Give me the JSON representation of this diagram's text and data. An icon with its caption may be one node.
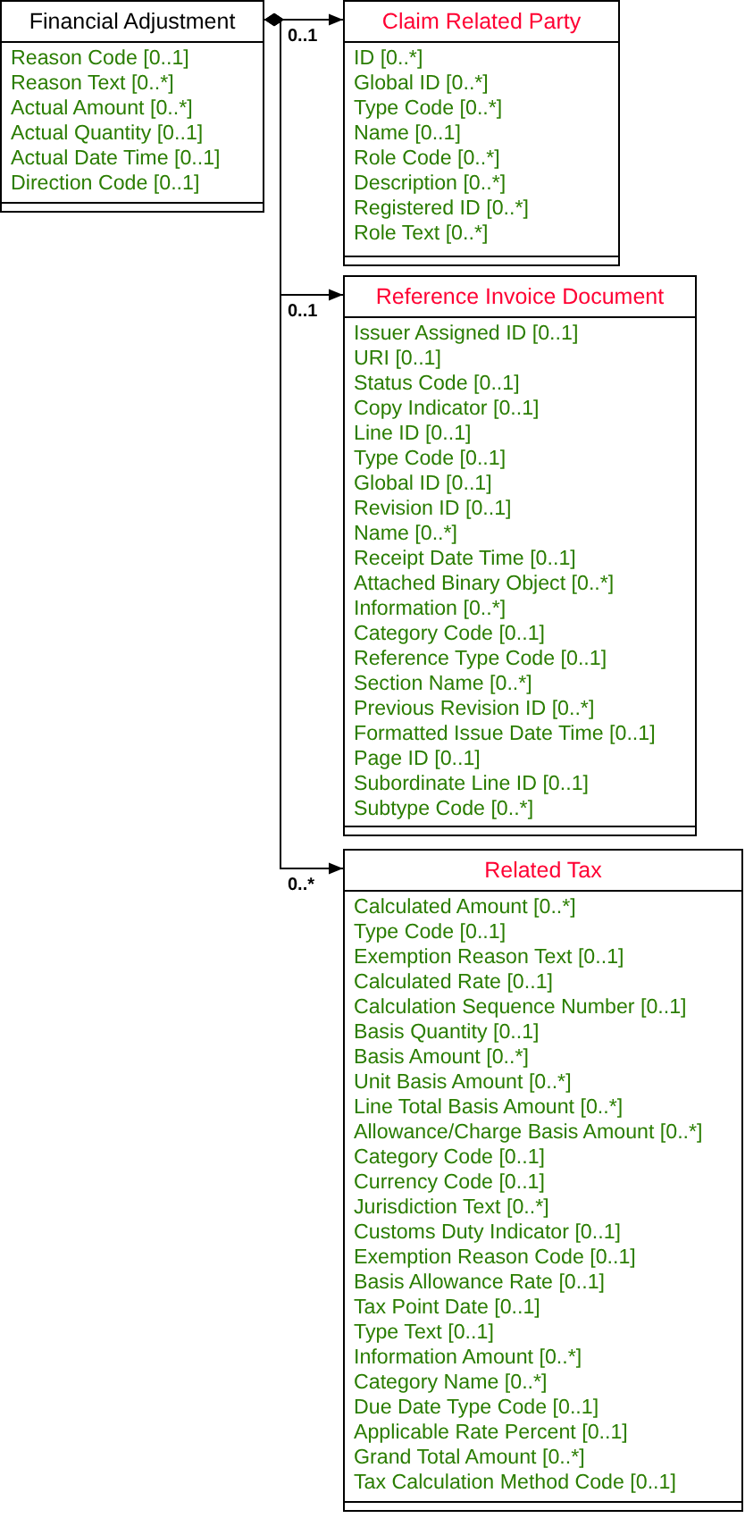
{
  "diagram": {
    "nodes": [
      {
        "text": [
          "Financial Adjustment",
          "Reason Code [0..1]",
          "Reason Text [0..*]",
          "Actual Amount [0..*]",
          "Actual Quantity [0..1]",
          "Actual Date Time [0..1]",
          "Direction Code [0..1]"
        ]
      },
      {
        "text": [
          "Claim Related Party",
          "ID [0..*]",
          "Global ID [0..*]",
          "Type Code [0..*]",
          "Name [0..1]",
          "Role Code [0..*]",
          "Description [0..*]",
          "Registered ID [0..*]",
          "Role Text [0..*]"
        ]
      },
      {
        "text": [
          "Reference Invoice Document",
          "Issuer Assigned ID [0..1]",
          "URI [0..1]",
          "Status Code [0..1]",
          "Copy Indicator [0..1]",
          "Line ID [0..1]",
          "Type Code [0..1]",
          "Global ID [0..1]",
          "Revision ID [0..1]",
          "Name [0..*]",
          "Receipt Date Time [0..1]",
          "Attached Binary Object [0..*]",
          "Information [0..*]",
          "Category Code [0..1]",
          "Reference Type Code [0..1]",
          "Section Name [0..*]",
          "Previous Revision ID [0..*]",
          "Formatted Issue Date Time [0..1]",
          "Page ID [0..1]",
          "Subordinate Line ID [0..1]",
          "Subtype Code [0..*]"
        ]
      },
      {
        "text": [
          "Related Tax",
          "Calculated Amount [0..*]",
          "Type Code [0..1]",
          "Exemption Reason Text [0..1]",
          "Calculated Rate [0..1]",
          "Calculation Sequence Number [0..1]",
          "Basis Quantity [0..1]",
          "Basis Amount [0..*]",
          "Unit Basis Amount [0..*]",
          "Line Total Basis Amount [0..*]",
          "Allowance/Charge Basis Amount [0..*]",
          "Category Code [0..1]",
          "Currency Code [0..1]",
          "Jurisdiction Text [0..*]",
          "Customs Duty Indicator [0..1]",
          "Exemption Reason Code [0..1]",
          "Basis Allowance Rate [0..1]",
          "Tax Point Date [0..1]",
          "Type Text [0..1]",
          "Information Amount [0..*]",
          "Category Name [0..*]",
          "Due Date Type Code [0..1]",
          "Applicable Rate Percent [0..1]",
          "Grand Total Amount [0..*]",
          "Tax Calculation Method Code [0..1]"
        ]
      }
    ],
    "edges": [
      {
        "from": 0,
        "to": 1,
        "arrow": "to",
        "label": "0..1"
      },
      {
        "from": 0,
        "to": 2,
        "arrow": "to",
        "label": "0..1"
      },
      {
        "from": 0,
        "to": 3,
        "arrow": "to",
        "label": "0..*"
      }
    ]
  }
}
